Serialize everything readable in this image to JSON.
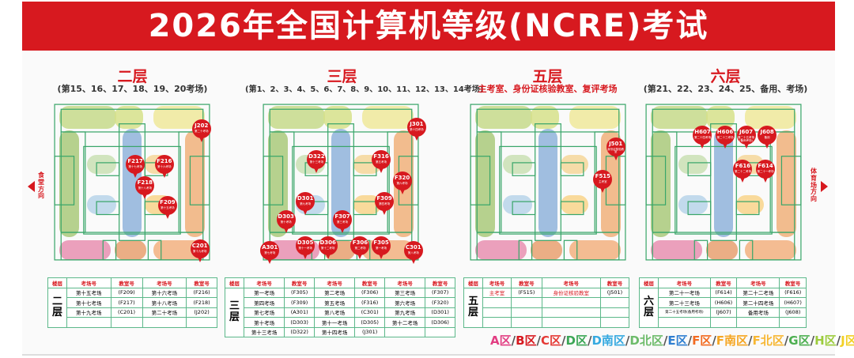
{
  "title": "2026年全国计算机等级(NCRE)考试",
  "directions": {
    "left": "食堂方向",
    "right": "体育场方向"
  },
  "floors": [
    {
      "name": "二层",
      "subtitle": "(第15、16、17、18、19、20考场)",
      "pins": [
        {
          "room": "J202",
          "sub": "第二十考场"
        },
        {
          "room": "F217",
          "sub": "第十七考场"
        },
        {
          "room": "F216",
          "sub": "第十六考场"
        },
        {
          "room": "F218",
          "sub": "第十八考场"
        },
        {
          "room": "F209",
          "sub": "第十五考场"
        },
        {
          "room": "C201",
          "sub": "第十九考场"
        }
      ]
    },
    {
      "name": "三层",
      "subtitle": "(第1、2、3、4、5、6、7、8、9、10、11、12、13、14考场)",
      "pins": [
        {
          "room": "J301",
          "sub": "第十四考场"
        },
        {
          "room": "F316",
          "sub": "第五考场"
        },
        {
          "room": "D322",
          "sub": "第十三考场"
        },
        {
          "room": "F320",
          "sub": "第六考场"
        },
        {
          "room": "D301",
          "sub": "第九考场"
        },
        {
          "room": "F309",
          "sub": "第四考场"
        },
        {
          "room": "D303",
          "sub": "第十考场"
        },
        {
          "room": "F307",
          "sub": "第三考场"
        },
        {
          "room": "D305",
          "sub": "第十一考场"
        },
        {
          "room": "D306",
          "sub": "第十二考场"
        },
        {
          "room": "F306",
          "sub": "第二考场"
        },
        {
          "room": "F305",
          "sub": "第一考场"
        },
        {
          "room": "A301",
          "sub": "第七考场"
        },
        {
          "room": "C301",
          "sub": "第八考场"
        }
      ]
    },
    {
      "name": "五层",
      "subtitle": "主考室、身份证核验教室、复评考场",
      "pins": [
        {
          "room": "J501",
          "sub": "身份证核验教室"
        },
        {
          "room": "F515",
          "sub": "主考室"
        }
      ]
    },
    {
      "name": "六层",
      "subtitle": "(第21、22、23、24、25、备用、考场)",
      "pins": [
        {
          "room": "H607",
          "sub": "第二十四考场"
        },
        {
          "room": "H606",
          "sub": "第二十三考场"
        },
        {
          "room": "J607",
          "sub": "第二十五考场(备用考场)"
        },
        {
          "room": "J608",
          "sub": "备用"
        },
        {
          "room": "F616",
          "sub": "第二十二考场"
        },
        {
          "room": "F614",
          "sub": "第二十一考场"
        }
      ]
    }
  ],
  "tables": {
    "headers": {
      "floor": "楼层",
      "exam": "考场号",
      "room": "教室号"
    },
    "floor2": {
      "label": "二层",
      "rows": [
        [
          "第十五考场",
          "(F209)",
          "第十六考场",
          "(F216)"
        ],
        [
          "第十七考场",
          "(F217)",
          "第十八考场",
          "(F218)"
        ],
        [
          "第十九考场",
          "(C201)",
          "第二十考场",
          "(J202)"
        ],
        [
          "",
          "",
          "",
          ""
        ]
      ]
    },
    "floor3": {
      "label": "三层",
      "rows": [
        [
          "第一考场",
          "(F305)",
          "第二考场",
          "(F306)",
          "第三考场",
          "(F307)"
        ],
        [
          "第四考场",
          "(F309)",
          "第五考场",
          "(F316)",
          "第六考场",
          "(F320)"
        ],
        [
          "第七考场",
          "(A301)",
          "第八考场",
          "(C301)",
          "第九考场",
          "(D301)"
        ],
        [
          "第十考场",
          "(D303)",
          "第十一考场",
          "(D305)",
          "第十二考场",
          "(D306)"
        ],
        [
          "第十三考场",
          "(D322)",
          "第十四考场",
          "(J301)",
          "",
          ""
        ]
      ]
    },
    "floor5": {
      "label": "五层",
      "rows": [
        [
          "主考室",
          "(F515)",
          "身份证核验教室",
          "(J501)"
        ],
        [
          "",
          "",
          "",
          ""
        ],
        [
          "",
          "",
          "",
          ""
        ],
        [
          "",
          "",
          "",
          ""
        ]
      ]
    },
    "floor6": {
      "label": "六层",
      "rows": [
        [
          "第二十一考场",
          "(F614)",
          "第二十二考场",
          "(F616)"
        ],
        [
          "第二十三考场",
          "(H606)",
          "第二十四考场",
          "(H607)"
        ],
        [
          "第二十五考场(备用考场)",
          "(J607)",
          "备用考场",
          "(J608)"
        ],
        [
          "",
          "",
          "",
          ""
        ]
      ]
    }
  },
  "legend": [
    {
      "label": "A区",
      "color": "#e23d82"
    },
    {
      "label": "B区",
      "color": "#d7191f"
    },
    {
      "label": "C区",
      "color": "#e53935"
    },
    {
      "label": "D区",
      "color": "#3aa655"
    },
    {
      "label": "D南区",
      "color": "#35a9e0"
    },
    {
      "label": "D北区",
      "color": "#6dbb6a"
    },
    {
      "label": "E区",
      "color": "#2f7fd1"
    },
    {
      "label": "F区",
      "color": "#f26b21"
    },
    {
      "label": "F南区",
      "color": "#f5a623"
    },
    {
      "label": "F北区",
      "color": "#f7b733"
    },
    {
      "label": "G区",
      "color": "#4caf50"
    },
    {
      "label": "H区",
      "color": "#9ccc3c"
    },
    {
      "label": "J区",
      "color": "#f2d024"
    }
  ],
  "colors": {
    "brand_red": "#d7191f",
    "outline_green": "#3aa66a"
  }
}
